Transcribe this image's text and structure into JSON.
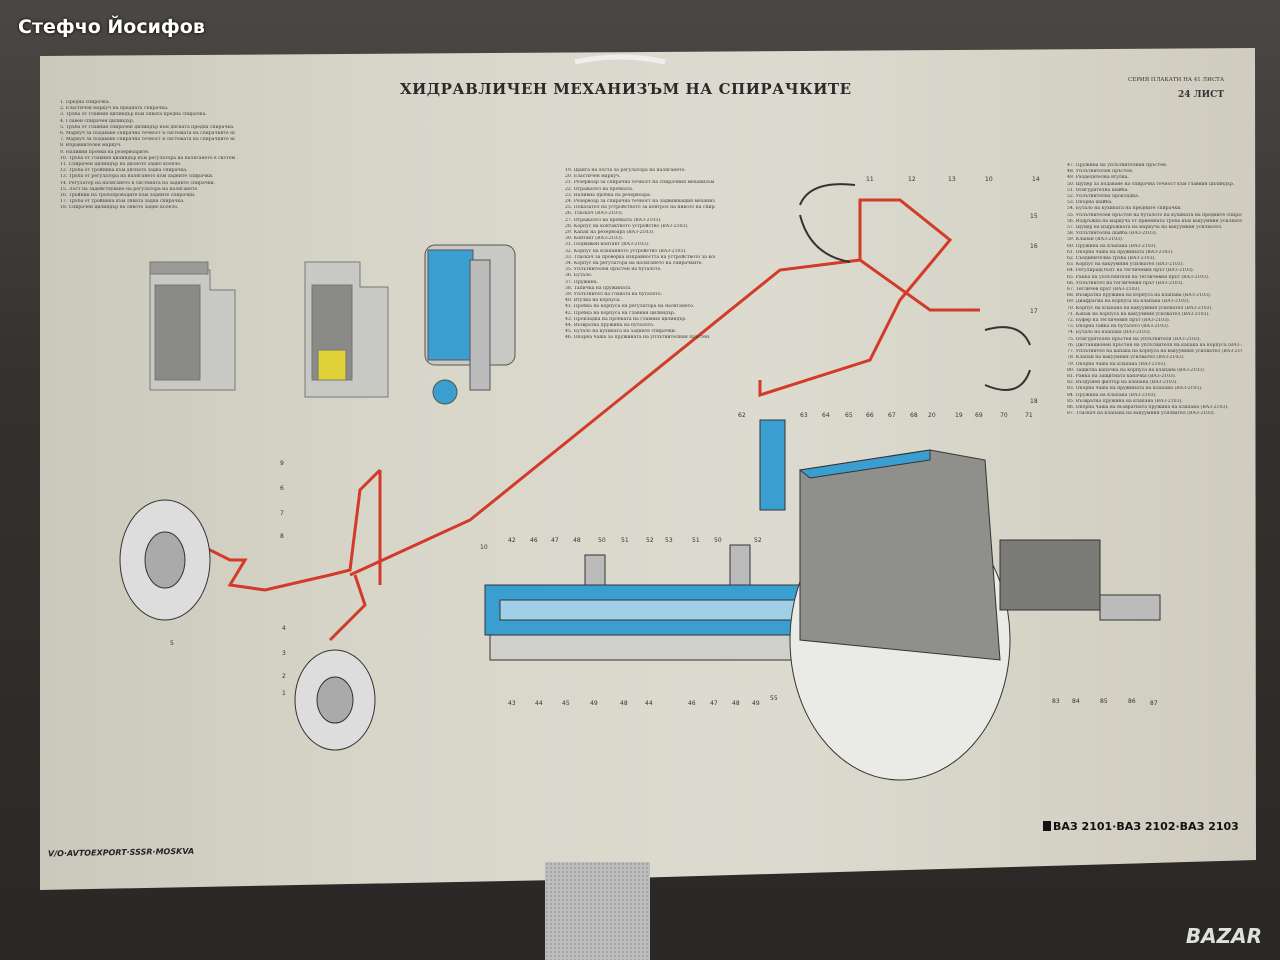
{
  "watermark": "Стефчо Йосифов",
  "site_logo": "BAZAR",
  "poster": {
    "title": "ХИДРАВЛИЧЕН МЕХАНИЗЪМ НА СПИРАЧКИТЕ",
    "series": "СЕРИЯ ПЛАКАТИ НА 41 ЛИСТА",
    "sheet": "24 ЛИСТ",
    "publisher": "V/O·AVTOEXPORT·SSSR·MOSKVA",
    "models": "ВАЗ 2101·ВАЗ 2102·ВАЗ 2103",
    "legend_left": [
      "1. Предна спирачка.",
      "2. Еластичен маркуч на предната спирачка.",
      "3. Тръба от главния цилиндър към лявата предна спирачка.",
      "4. Главен спирачен цилиндър.",
      "5. Тръба от главния спирачен цилиндър към дясната предна спирачка.",
      "6. Маркуч за подаване спирачна течност в системата на спирачките на задните колела.",
      "7. Маркуч за подаване спирачна течност в системата на спирачките на предните колела.",
      "8. Изравнителен маркуч.",
      "9. Наливни пробки на резервоарите.",
      "10. Тръба от главния цилиндър към регулатора на налягането в системата на спирачките на задните колела.",
      "11. Спирачен цилиндър на дясното задно колело.",
      "12. Тръба от тройника към дясната задна спирачка.",
      "13. Тръба от регулатора на налягането към задните спирачки.",
      "14. Регулатор на налягането в системата на задните спирачки.",
      "15. Лост на задействуване на регулатора на налягането.",
      "16. Тройник на тръбопроводите към задните спирачки.",
      "17. Тръба от тройника към лявата задна спирачка.",
      "18. Спирачен цилиндър на лявото задно колело."
    ],
    "legend_middle": [
      "19. Щанга на лоста за регулатора на налягането.",
      "20. Еластичен маркуч.",
      "21. Резервоар за спирачна течност на спирачния механизъм на спирачките.",
      "22. Отражател на пробката.",
      "23. Наливна пробка на резервоара.",
      "24. Резервоар за спирачна течност на задвижващия механизъм на спирачките (ВАЗ-2103).",
      "25. Показател на устройството за контрол на нивото на спирачната течност (ВАЗ-2103).",
      "26. Тласкач (ВАЗ-2103).",
      "27. Отражател на пробката (ВАЗ-2103).",
      "28. Корпус на контактното устройство (ВАЗ-2103).",
      "29. Капак на резервоара (ВАЗ-2103).",
      "30. Контакт (ВАЗ-2103).",
      "31. Подвижен контакт (ВАЗ-2103).",
      "32. Корпус на клапанното устройство (ВАЗ-2103).",
      "33. Тласкач за проверка изправността на устройството за контрол на нивото на течността (ВАЗ-2103).",
      "34. Корпус на регулатора на налягането на спирачките.",
      "35. Уплътнителен пръстен на буталото.",
      "36. Бутало.",
      "37. Пружина.",
      "38. Тапичка на пружината.",
      "39. Уплътнител на главата на буталото.",
      "40. Втулка на корпуса.",
      "41. Пробка на корпуса на регулатора на налягането.",
      "42. Пробка на корпуса на главния цилиндър.",
      "43. Прокладка на пробката на главния цилиндър.",
      "44. Възвратна пружина на буталото.",
      "45. Бутало на кухината на задните спирачки.",
      "46. Опорна чаша за пружината на уплътнителния пръстен."
    ],
    "legend_right": [
      "47. Пружина на уплътнителния пръстен.",
      "48. Уплътнителен пръстен.",
      "49. Разделителна втулка.",
      "50. Щуцер за подаване на спирачна течност към главния цилиндър.",
      "51. Осигурителна шайба.",
      "52. Уплътнителна прокладка.",
      "53. Опорна шайба.",
      "54. Бутало на кухината на предните спирачки.",
      "55. Уплътнителен пръстен на буталото на кухината на предните спирачки.",
      "56. Издръжка на маркуча от приемната тръба към вакуумния усилвател (ВАЗ-2103).",
      "57. Щуцер на издръжката на маркуча на вакуумния усилвател.",
      "58. Уплътнителна шайба (ВАЗ-2103).",
      "59. Клапан (ВАЗ-2103).",
      "60. Пружина на клапана (ВАЗ-2103).",
      "61. Опорна чаша на пружината (ВАЗ-2103).",
      "62. Съединителна тръба (ВАЗ-2103).",
      "63. Корпус на вакуумния усилвател (ВАЗ-2103).",
      "64. Регулиращ болт на тегличевия прът (ВАЗ-2103).",
      "65. Ранка на уплътнителя на тегличевия прът (ВАЗ-2103).",
      "66. Уплътнител на тегличевия прът (ВАЗ-2103).",
      "67. Тегличев прът (ВАЗ-2103).",
      "68. Възвратна пружина на корпуса на клапана (ВАЗ-2103).",
      "69. Диафрагма на корпуса на клапана (ВАЗ-2103).",
      "70. Корпус на клапана на вакуумния усилвател (ВАЗ-2103).",
      "71. Капак на корпуса на вакуумния усилвател (ВАЗ-2103).",
      "72. Буфер на тегличевия прът (ВАЗ-2103).",
      "73. Опорна гайка на буталото (ВАЗ-2103).",
      "74. Бутало на клапана (ВАЗ-2103).",
      "75. Осигурителен пръстен на уплътнителя (ВАЗ-2103).",
      "76. Дистанционен пръстен на уплътнителя на капака на корпуса (ВАЗ-2103).",
      "77. Уплътнител на капака на корпуса на вакуумния усилвател (ВАЗ-2103).",
      "78. Клапан на вакуумния усилвател (ВАЗ-2103).",
      "79. Опорна чаша на клапана (ВАЗ-2103).",
      "80. Защитна капачка на корпуса на клапана (ВАЗ-2103).",
      "81. Ранка на защитната капачка (ВАЗ-2103).",
      "82. Въздушен филтър на клапана (ВАЗ-2103).",
      "83. Опорна чаша на пружината на клапана (ВАЗ-2103).",
      "84. Пружина на клапана (ВАЗ-2103).",
      "85. Възвратна пружина на клапана (ВАЗ-2103).",
      "86. Опорна чаша на възвратната пружина на клапана (ВАЗ-2103).",
      "87. Тласкач на клапана на вакуумния усилвател (ВАЗ-2103)."
    ],
    "callouts_top": [
      "62",
      "63",
      "64",
      "65",
      "66",
      "67",
      "68",
      "69",
      "70",
      "71"
    ],
    "callouts_bottom": [
      "43",
      "44",
      "45",
      "49",
      "48",
      "44",
      "46",
      "47",
      "48",
      "49",
      "55",
      "83",
      "84",
      "85",
      "86",
      "87"
    ],
    "callouts_cyl": [
      "42",
      "46",
      "47",
      "48",
      "50",
      "51",
      "52",
      "53",
      "51",
      "50",
      "52"
    ],
    "callouts_rear": [
      "11",
      "12",
      "13",
      "10",
      "14",
      "15",
      "16",
      "17",
      "20",
      "19",
      "18"
    ],
    "callouts_left": [
      "9",
      "6",
      "7",
      "8",
      "10",
      "5",
      "4",
      "3",
      "2",
      "1"
    ],
    "colors": {
      "brake_line": "#d23a2a",
      "hydraulic": "#3a9fd0",
      "paper": "#d8d6c9"
    }
  }
}
